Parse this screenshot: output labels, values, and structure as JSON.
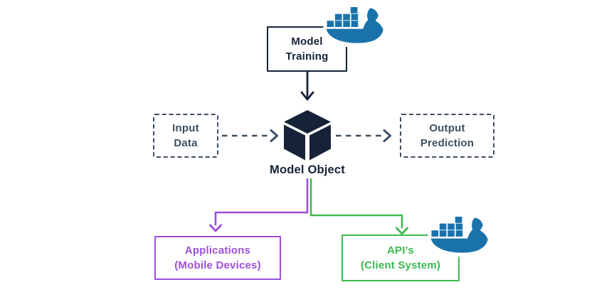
{
  "diagram": {
    "nodes": {
      "model_training": {
        "lines": [
          "Model",
          "Training"
        ],
        "shape": "solid-box",
        "has_docker_icon": true
      },
      "model_object": {
        "label": "Model Object",
        "shape": "cube-icon"
      },
      "input_data": {
        "lines": [
          "Input",
          "Data"
        ],
        "shape": "dashed-box"
      },
      "output_prediction": {
        "lines": [
          "Output",
          "Prediction"
        ],
        "shape": "dashed-box"
      },
      "applications": {
        "lines": [
          "Applications",
          "(Mobile Devices)"
        ],
        "shape": "solid-box",
        "color": "#9d4edd"
      },
      "apis": {
        "lines": [
          "API’s",
          "(Client System)"
        ],
        "shape": "solid-box",
        "color": "#3cb950",
        "has_docker_icon": true
      }
    },
    "edges": [
      {
        "from": "model_training",
        "to": "model_object",
        "style": "solid-arrow-down",
        "color": "#152238"
      },
      {
        "from": "input_data",
        "to": "model_object",
        "style": "dashed-arrow-right",
        "color": "#3d4e63"
      },
      {
        "from": "model_object",
        "to": "output_prediction",
        "style": "dashed-arrow-right",
        "color": "#3d4e63"
      },
      {
        "from": "model_object",
        "to": "applications",
        "style": "elbow-arrow-down",
        "color": "#9d4edd"
      },
      {
        "from": "model_object",
        "to": "apis",
        "style": "elbow-arrow-down",
        "color": "#3cb950"
      }
    ],
    "icons": {
      "docker": "docker-whale-icon",
      "model": "cube-icon"
    },
    "colors": {
      "navy": "#152238",
      "slate": "#3d4e63",
      "purple": "#9d4edd",
      "green": "#3cb950",
      "docker_blue": "#1a72ab",
      "background": "#ffffff"
    }
  }
}
